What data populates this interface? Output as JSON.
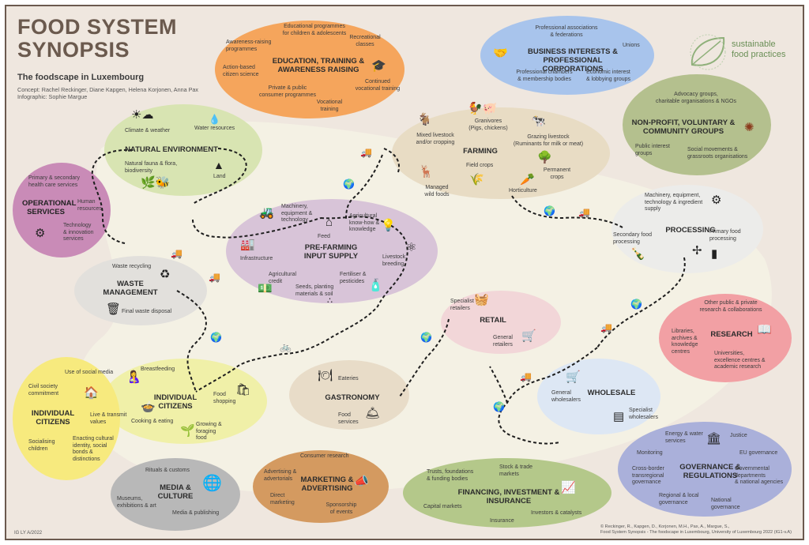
{
  "header": {
    "title": "FOOD SYSTEM\nSYNOPSIS",
    "subtitle": "The foodscape in Luxembourg",
    "credits": "Concept: Rachel Reckinger, Diane Kapgen, Helena Korjonen, Anna Pax\nInfographic: Sophie Margue",
    "brand": "sustainable\nfood practices"
  },
  "colors": {
    "education": "#f5a55c",
    "business": "#a8c4ec",
    "nonprofit": "#b4c08e",
    "natural": "#d8e4b2",
    "farming": "#e8dcc4",
    "operational": "#c98bb7",
    "prefarming": "#d8c4d8",
    "waste": "#e2e0dc",
    "processing": "#ececea",
    "retail": "#f2d6d8",
    "research": "#f2a0a4",
    "individual": "#f0f0a8",
    "citizens": "#f7ea7e",
    "gastronomy": "#e8dcc8",
    "wholesale": "#dde7f4",
    "governance": "#aab0da",
    "media": "#b8b8b8",
    "marketing": "#d49a60",
    "financing": "#b4c88a",
    "pathway": "#f2f0e4"
  },
  "icons": [
    "sun-cloud-icon",
    "water-icon",
    "mountain-icon",
    "plants-icon",
    "tractor-icon",
    "barn-icon",
    "lightbulb-icon",
    "infrastructure-icon",
    "money-icon",
    "seeds-icon",
    "molecule-icon",
    "fertiliser-icon",
    "cow-icon",
    "goat-icon",
    "chicken-pig-icon",
    "deer-icon",
    "wheat-icon",
    "carrot-icon",
    "tree-icon",
    "gear-icon",
    "bottle-knife-icon",
    "windmill-icon",
    "jar-icon",
    "basket-icon",
    "cart-icon",
    "bicycle-icon",
    "truck-icon",
    "globe-icon",
    "recycle-icon",
    "bin-icon",
    "house-people-icon",
    "breastfeeding-icon",
    "pot-icon",
    "sprout-icon",
    "shopping-bag-icon",
    "plate-icon",
    "cloche-icon",
    "crate-icon",
    "pallet-icon",
    "government-icon",
    "globe-media-icon",
    "megaphone-icon",
    "chart-icon",
    "book-icon",
    "flower-icon",
    "graduation-cap-icon",
    "handshake-icon",
    "hand-gear-icon"
  ],
  "clusters": {
    "education": {
      "title": "EDUCATION, TRAINING &\nAWARENESS RAISING",
      "items": [
        "Educational programmes\nfor children & adolescents",
        "Awareness-raising\nprogrammes",
        "Recreational\nclasses",
        "Action-based\ncitizen science",
        "Private & public\nconsumer programmes",
        "Continued\nvocational training",
        "Vocational\ntraining"
      ]
    },
    "business": {
      "title": "BUSINESS INTERESTS &\nPROFESSIONAL CORPORATIONS",
      "items": [
        "Professional associations\n& federations",
        "Unions",
        "Professional chambers\n& membership bodies",
        "Economic interest\n& lobbying groups"
      ]
    },
    "nonprofit": {
      "title": "NON-PROFIT, VOLUNTARY &\nCOMMUNITY GROUPS",
      "items": [
        "Advocacy groups,\ncharitable organisations & NGOs",
        "Public interest\ngroups",
        "Social movements &\ngrassroots organisations"
      ]
    },
    "natural": {
      "title": "NATURAL ENVIRONMENT",
      "items": [
        "Climate & weather",
        "Water resources",
        "Natural fauna & flora,\nbiodiversity",
        "Land"
      ]
    },
    "farming": {
      "title": "FARMING",
      "items": [
        "Mixed livestock\nand/or cropping",
        "Granivores\n(Pigs, chickens)",
        "Grazing livestock\n(Ruminants for milk or meat)",
        "Managed\nwild foods",
        "Field crops",
        "Permanent\ncrops",
        "Horticulture"
      ]
    },
    "operational": {
      "title": "OPERATIONAL\nSERVICES",
      "items": [
        "Primary & secondary\nhealth care services",
        "Human\nresources",
        "Technology\n& innovation\nservices"
      ]
    },
    "prefarming": {
      "title": "PRE-FARMING\nINPUT SUPPLY",
      "items": [
        "Machinery,\nequipment &\ntechnology",
        "Agricultural\nknow-how &\nknowledge",
        "Feed",
        "Infrastructure",
        "Livestock\nbreeding",
        "Agricultural\ncredit",
        "Fertiliser &\npesticides",
        "Seeds, planting\nmaterials & soil"
      ]
    },
    "waste": {
      "title": "WASTE\nMANAGEMENT",
      "items": [
        "Waste recycling",
        "Final waste disposal"
      ]
    },
    "processing": {
      "title": "PROCESSING",
      "items": [
        "Machinery, equipment,\ntechnology & ingredient\nsupply",
        "Secondary food\nprocessing",
        "Primary food\nprocessing"
      ]
    },
    "retail": {
      "title": "RETAIL",
      "items": [
        "Specialist\nretailers",
        "General\nretailers"
      ]
    },
    "research": {
      "title": "RESEARCH",
      "items": [
        "Other public & private\nresearch & collaborations",
        "Libraries,\narchives &\nknowledge\ncentres",
        "Universities,\nexcellence centres &\nacademic research"
      ]
    },
    "individual": {
      "title": "INDIVIDUAL CITIZENS",
      "items": [
        "Breastfeeding",
        "Food\nshopping",
        "Cooking & eating",
        "Growing &\nforaging\nfood"
      ]
    },
    "citizens": {
      "title": "INDIVIDUAL\nCITIZENS",
      "items": [
        "Use of social media",
        "Civil society\ncommitment",
        "Live & transmit\nvalues",
        "Socialising\nchildren",
        "Enacting cultural\nidentity, social\nbonds &\ndistinctions"
      ]
    },
    "gastronomy": {
      "title": "GASTRONOMY",
      "items": [
        "Eateries",
        "Food\nservices"
      ]
    },
    "wholesale": {
      "title": "WHOLESALE",
      "items": [
        "General\nwholesalers",
        "Specialist\nwholesalers"
      ]
    },
    "governance": {
      "title": "GOVERNANCE &\nREGULATIONS",
      "items": [
        "Energy & water\nservices",
        "Justice",
        "Monitoring",
        "EU governance",
        "Cross-border\ntransregional\ngovernance",
        "Governmental\ndepartments\n& national agencies",
        "Regional & local\ngovernance",
        "National\ngovernance"
      ]
    },
    "media": {
      "title": "MEDIA &\nCULTURE",
      "items": [
        "Rituals & customs",
        "Museums,\nexhibitions & art",
        "Media & publishing"
      ]
    },
    "marketing": {
      "title": "MARKETING &\nADVERTISING",
      "items": [
        "Consumer research",
        "Advertising &\nadvertorials",
        "Direct\nmarketing",
        "Sponsorship\nof events"
      ]
    },
    "financing": {
      "title": "FINANCING, INVESTMENT &\nINSURANCE",
      "items": [
        "Trusts, foundations\n& funding bodies",
        "Stock & trade\nmarkets",
        "Capital markets",
        "Investors & catalysts",
        "Insurance"
      ]
    }
  },
  "footer": {
    "left": "IG LY A/2022",
    "right": "© Reckinger, R., Kapgen, D., Korjonen, M.H., Pax, A., Margue, S.,\nFood System Synopsis - The foodscape in Luxembourg, University of Luxembourg 2022 (IG1-v.A)"
  }
}
